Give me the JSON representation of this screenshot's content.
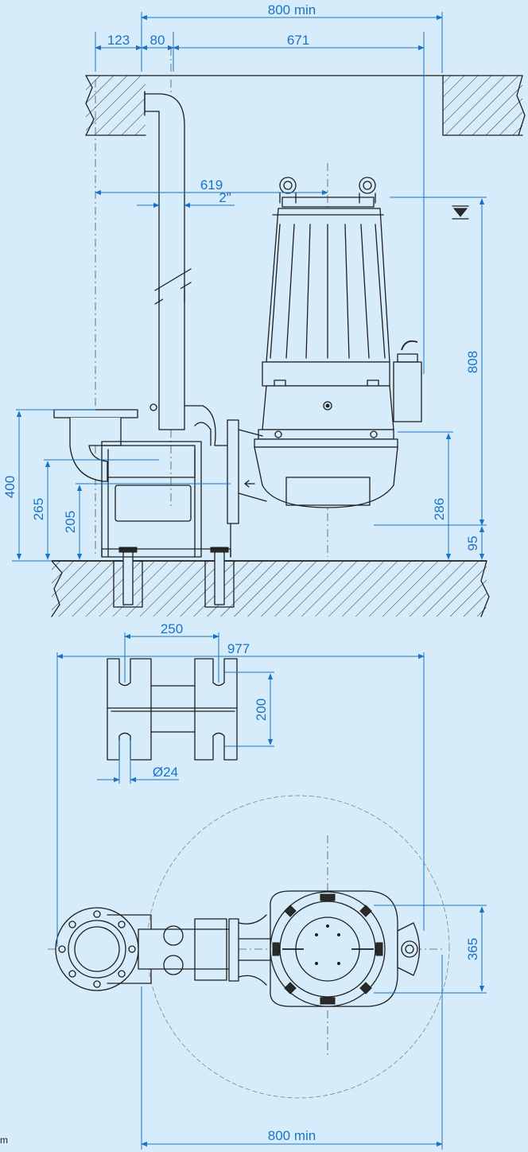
{
  "dimensions": {
    "top_total": "800 min",
    "d123": "123",
    "d80": "80",
    "d671": "671",
    "d619": "619",
    "pipe_size": "2\"",
    "h808": "808",
    "h400": "400",
    "h265": "265",
    "h205": "205",
    "h286": "286",
    "h95": "95",
    "base_width": "250",
    "base_depth": "200",
    "bolt_hole": "Ø24",
    "plan_total": "977",
    "plan_365": "365",
    "bottom_total": "800 min"
  },
  "footer": {
    "unit_fragment": "m"
  },
  "colors": {
    "background": "#d6ecfa",
    "dimension": "#1a73c7",
    "outline": "#1e1e1e"
  }
}
